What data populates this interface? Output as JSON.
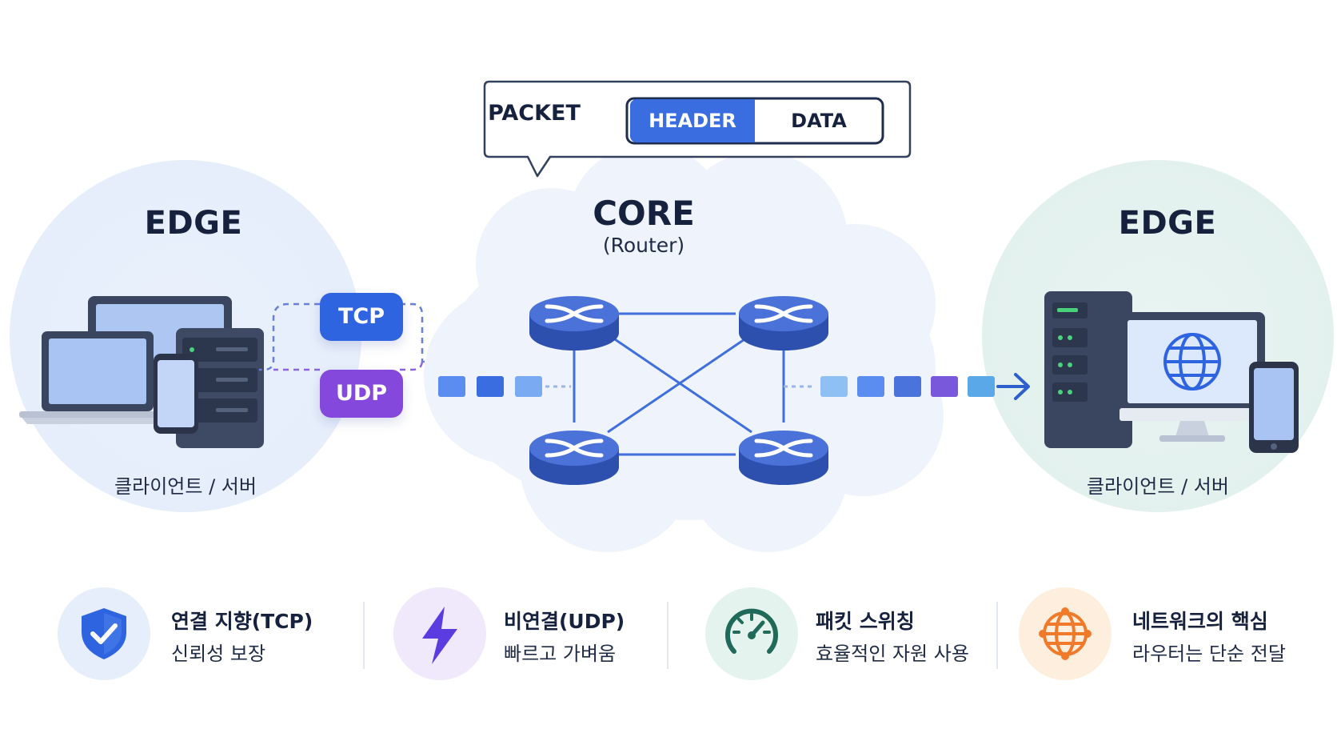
{
  "packet_box": {
    "label": "PACKET",
    "segments": [
      "HEADER",
      "DATA"
    ]
  },
  "edge_left": {
    "title": "EDGE",
    "caption": "클라이언트 / 서버"
  },
  "edge_right": {
    "title": "EDGE",
    "caption": "클라이언트 / 서버"
  },
  "core": {
    "title": "CORE",
    "subtitle": "(Router)"
  },
  "protocols": [
    "TCP",
    "UDP"
  ],
  "features": [
    {
      "title": "연결 지향(TCP)",
      "desc": "신뢰성 보장",
      "icon": "shield-check-icon",
      "color": "#2f64e0"
    },
    {
      "title": "비연결(UDP)",
      "desc": "빠르고 가벼움",
      "icon": "lightning-bolt-icon",
      "color": "#6a40dc"
    },
    {
      "title": "패킷 스위칭",
      "desc": "효율적인 자원 사용",
      "icon": "speedometer-icon",
      "color": "#1f7a64"
    },
    {
      "title": "네트워크의 핵심",
      "desc": "라우터는 단순 전달",
      "icon": "globe-network-icon",
      "color": "#f0803a"
    }
  ],
  "colors": {
    "primary_blue": "#2f64e0",
    "udp_purple": "#8548dc",
    "router_blue": "#3a5fc8",
    "dark_text": "#16223d"
  }
}
